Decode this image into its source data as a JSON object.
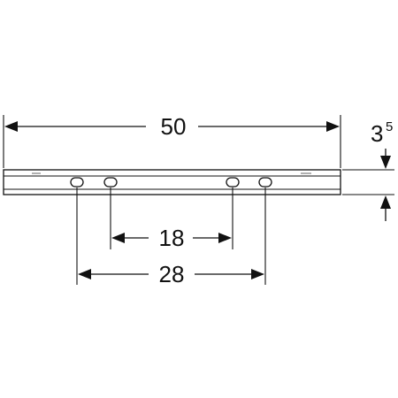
{
  "dimensions": {
    "overall_length": "50",
    "inner_hole_spacing": "18",
    "outer_hole_spacing": "28",
    "height_main": "3",
    "height_sup": "5"
  },
  "colors": {
    "line": "#111111",
    "background": "#ffffff"
  }
}
